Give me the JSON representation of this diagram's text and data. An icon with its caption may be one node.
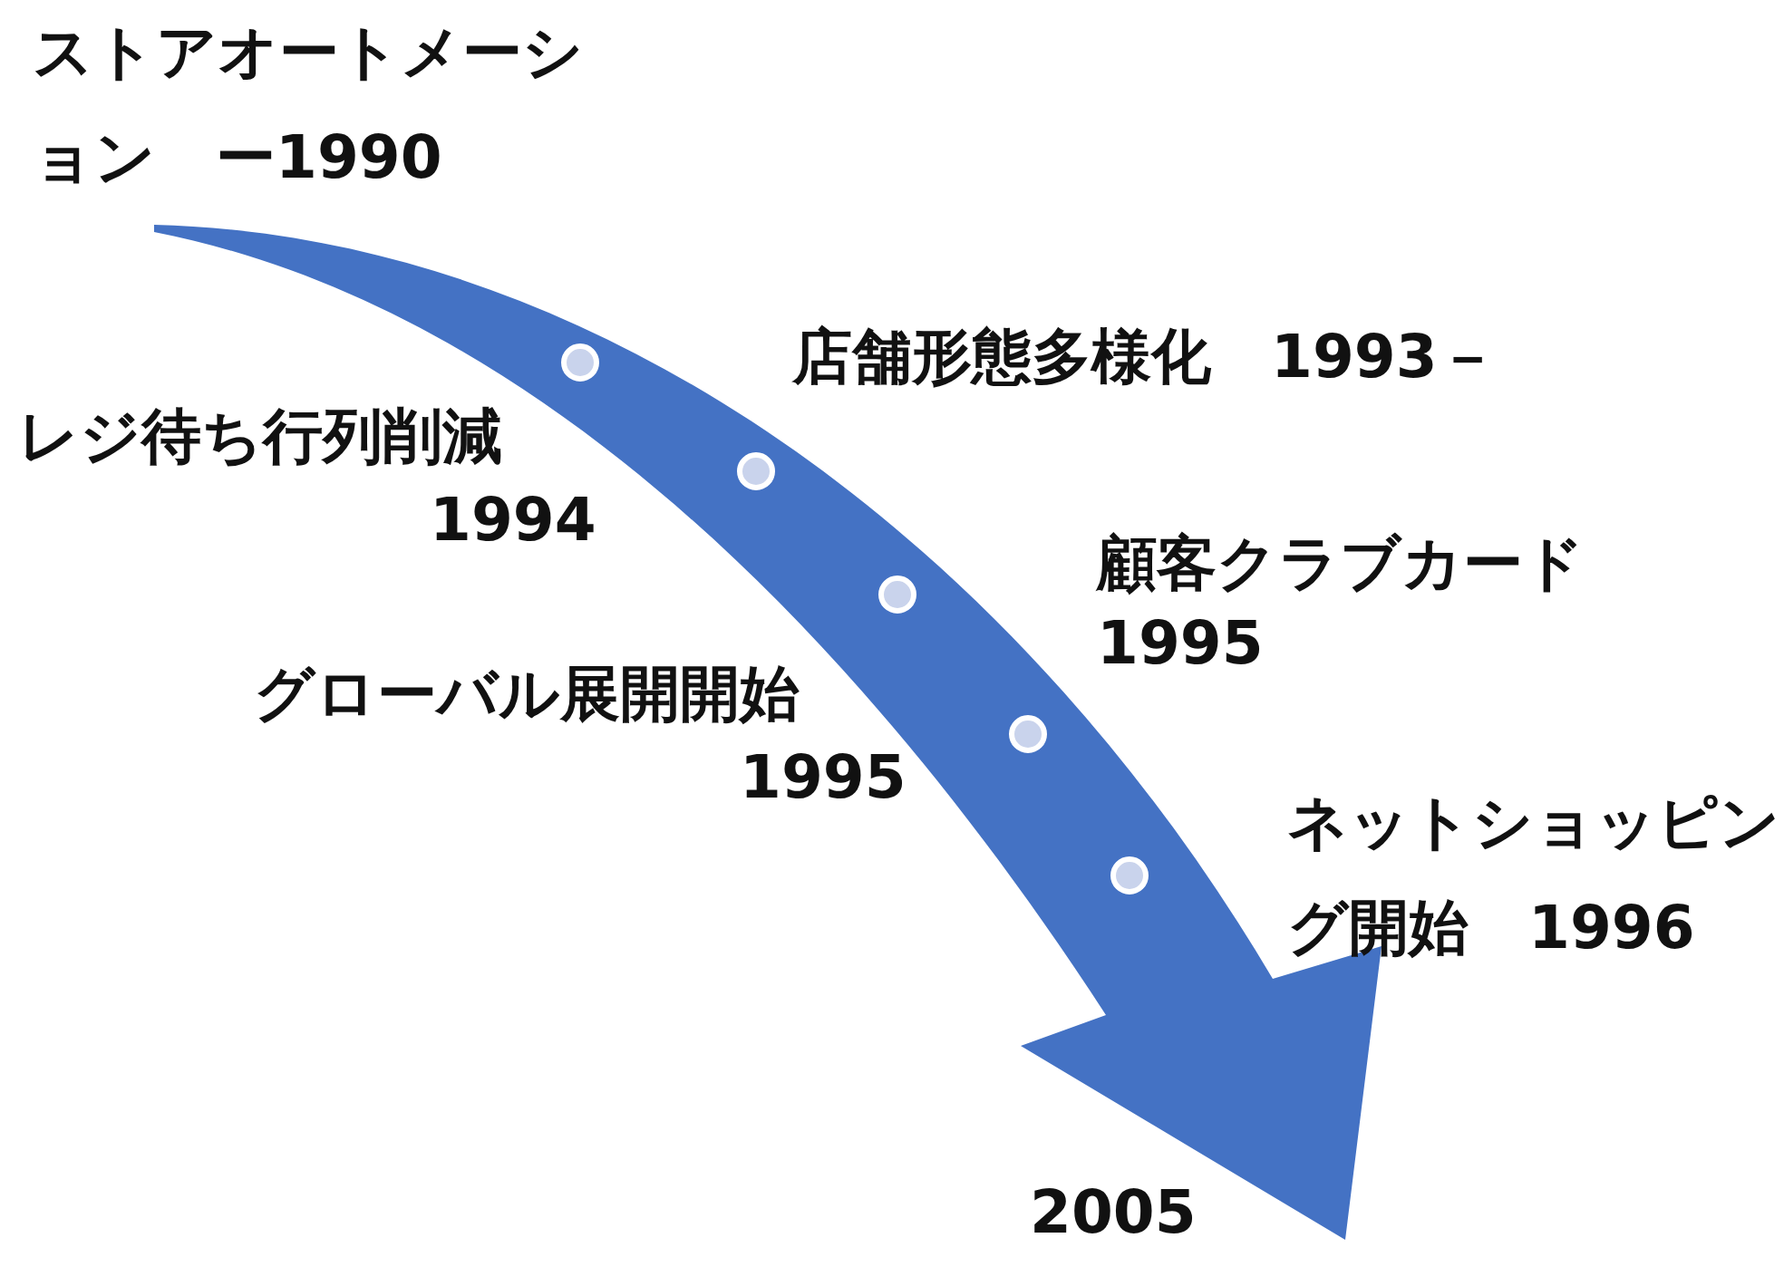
{
  "diagram": {
    "labels": [
      "ストアオートメーション　ー1990",
      "店舗形態多様化　1993－",
      "レジ待ち行列削減",
      "1994",
      "顧客クラブカード",
      "1995",
      "グローバル展開開始",
      "1995",
      "ネットショッピング開始　1996",
      "2005"
    ]
  }
}
